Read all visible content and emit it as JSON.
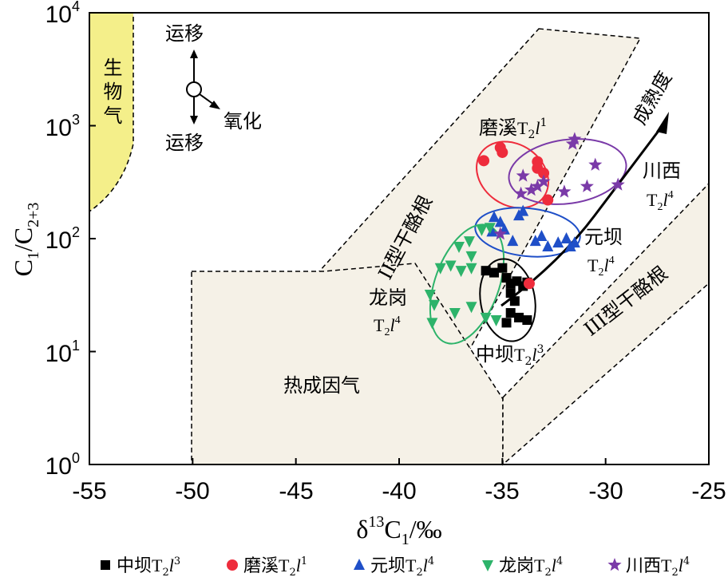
{
  "chart_data": {
    "type": "scatter",
    "xlabel": "δ13C1/‰",
    "ylabel": "C1/C2+3",
    "xlim": [
      -55,
      -25
    ],
    "ylim": [
      1,
      10000
    ],
    "y_scale": "log",
    "x_ticks": [
      "-55",
      "-50",
      "-45",
      "-40",
      "-35",
      "-30",
      "-25"
    ],
    "y_ticks": [
      {
        "base": "10",
        "exp": "0"
      },
      {
        "base": "10",
        "exp": "1"
      },
      {
        "base": "10",
        "exp": "2"
      },
      {
        "base": "10",
        "exp": "3"
      },
      {
        "base": "10",
        "exp": "4"
      }
    ],
    "regions": {
      "biogenic": "生物气",
      "thermogenic": "热成因气",
      "type2_kerogen": "II型干酪根",
      "type3_kerogen": "III型干酪根"
    },
    "process_labels": {
      "migration_up": "运移",
      "migration_down": "运移",
      "oxidation": "氧化",
      "maturity": "成熟度"
    },
    "series": [
      {
        "name": "中坝T2l3",
        "field": "中坝",
        "sub": "T",
        "subscript": "2",
        "italic": "l",
        "superscript": "3",
        "color": "#000000",
        "marker": "square",
        "points": [
          [
            -35.8,
            52
          ],
          [
            -35.4,
            50
          ],
          [
            -35.0,
            55
          ],
          [
            -34.8,
            45
          ],
          [
            -34.6,
            40
          ],
          [
            -34.3,
            42
          ],
          [
            -34.0,
            38
          ],
          [
            -33.8,
            41
          ],
          [
            -34.6,
            33
          ],
          [
            -34.4,
            28
          ],
          [
            -34.6,
            22
          ],
          [
            -34.8,
            18
          ],
          [
            -34.2,
            20
          ],
          [
            -33.8,
            19
          ]
        ]
      },
      {
        "name": "磨溪T2l1",
        "field": "磨溪",
        "sub": "T",
        "subscript": "2",
        "italic": "l",
        "superscript": "1",
        "color": "#ee2c3c",
        "marker": "circle",
        "points": [
          [
            -35.9,
            490
          ],
          [
            -35.1,
            640
          ],
          [
            -35.0,
            580
          ],
          [
            -33.3,
            480
          ],
          [
            -33.3,
            420
          ],
          [
            -33.0,
            380
          ],
          [
            -32.8,
            220
          ],
          [
            -33.7,
            40
          ]
        ]
      },
      {
        "name": "元坝T2l4",
        "field": "元坝",
        "sub": "T",
        "subscript": "2",
        "italic": "l",
        "superscript": "4",
        "color": "#1f4fc8",
        "marker": "triangle-up",
        "points": [
          [
            -35.4,
            155
          ],
          [
            -35.1,
            140
          ],
          [
            -34.9,
            120
          ],
          [
            -34.2,
            160
          ],
          [
            -34.0,
            175
          ],
          [
            -33.4,
            95
          ],
          [
            -33.1,
            105
          ],
          [
            -32.8,
            85
          ],
          [
            -32.3,
            92
          ],
          [
            -31.9,
            100
          ],
          [
            -31.7,
            85
          ],
          [
            -31.5,
            92
          ],
          [
            -34.5,
            95
          ],
          [
            -35.5,
            115
          ]
        ]
      },
      {
        "name": "龙岗T2l4",
        "field": "龙岗",
        "sub": "T",
        "subscript": "2",
        "italic": "l",
        "superscript": "4",
        "color": "#2db36a",
        "marker": "triangle-down",
        "points": [
          [
            -38.0,
            55
          ],
          [
            -37.5,
            58
          ],
          [
            -37.0,
            52
          ],
          [
            -36.5,
            55
          ],
          [
            -36.5,
            70
          ],
          [
            -37.1,
            85
          ],
          [
            -36.6,
            95
          ],
          [
            -36.0,
            120
          ],
          [
            -35.6,
            125
          ],
          [
            -38.5,
            32
          ],
          [
            -38.3,
            26
          ],
          [
            -38.4,
            18
          ],
          [
            -37.3,
            22
          ],
          [
            -36.5,
            25
          ],
          [
            -35.8,
            20
          ],
          [
            -35.3,
            19
          ]
        ]
      },
      {
        "name": "川西T2l4",
        "field": "川西",
        "sub": "T",
        "subscript": "2",
        "italic": "l",
        "superscript": "4",
        "color": "#7a3aa8",
        "marker": "star",
        "points": [
          [
            -34.1,
            250
          ],
          [
            -33.6,
            270
          ],
          [
            -33.3,
            290
          ],
          [
            -34.0,
            360
          ],
          [
            -33.0,
            320
          ],
          [
            -32.0,
            260
          ],
          [
            -31.5,
            760
          ],
          [
            -31.6,
            690
          ],
          [
            -30.5,
            450
          ],
          [
            -30.9,
            290
          ],
          [
            -29.4,
            300
          ],
          [
            -35.1,
            110
          ]
        ]
      }
    ]
  }
}
